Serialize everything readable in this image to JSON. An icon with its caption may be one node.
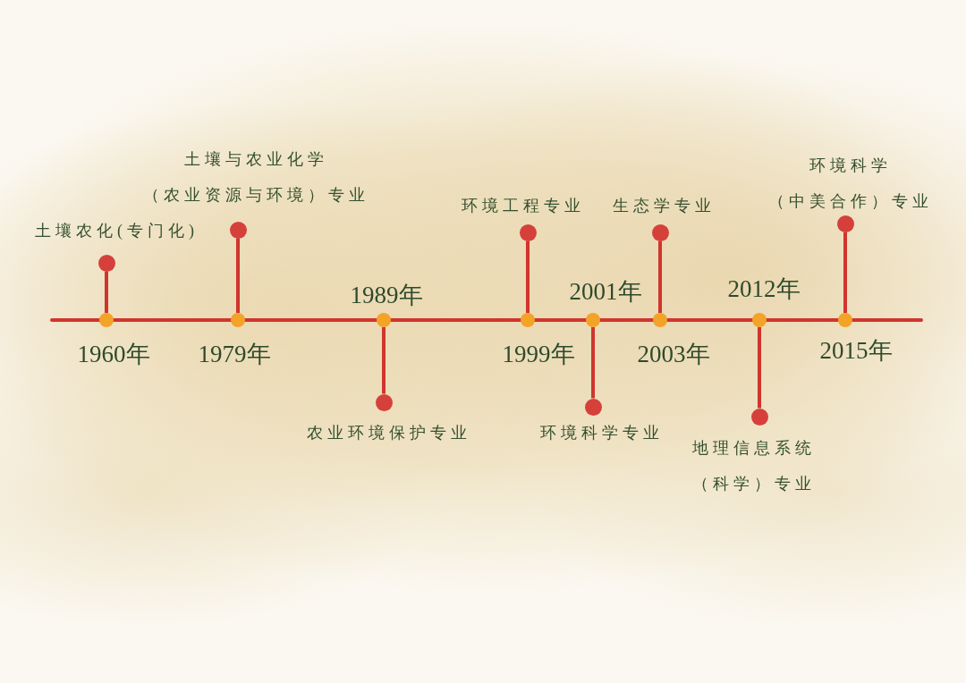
{
  "diagram": {
    "nodes": [
      {
        "text": [],
        "shape": "circle",
        "beside": [
          "1960年"
        ]
      },
      {
        "text": [],
        "shape": "circle",
        "beside": [
          "土壤农化(专门化)"
        ]
      },
      {
        "text": [],
        "shape": "circle",
        "beside": [
          "1979年"
        ]
      },
      {
        "text": [],
        "shape": "circle",
        "beside": [
          "土壤与农业化学（农业资源与环境）专业"
        ]
      },
      {
        "text": [],
        "shape": "circle",
        "beside": [
          "1989年"
        ]
      },
      {
        "text": [],
        "shape": "circle",
        "beside": [
          "农业环境保护专业"
        ]
      },
      {
        "text": [],
        "shape": "circle",
        "beside": [
          "1999年"
        ]
      },
      {
        "text": [],
        "shape": "circle",
        "beside": [
          "环境工程专业"
        ]
      },
      {
        "text": [],
        "shape": "circle",
        "beside": [
          "2001年"
        ]
      },
      {
        "text": [],
        "shape": "circle",
        "beside": [
          "环境科学专业"
        ]
      },
      {
        "text": [],
        "shape": "circle",
        "beside": [
          "2003年"
        ]
      },
      {
        "text": [],
        "shape": "circle",
        "beside": [
          "生态学专业"
        ]
      },
      {
        "text": [],
        "shape": "circle",
        "beside": [
          "2012年"
        ]
      },
      {
        "text": [],
        "shape": "circle",
        "beside": [
          "地理信息系统（科学）专业"
        ]
      },
      {
        "text": [],
        "shape": "circle",
        "beside": [
          "2015年"
        ]
      },
      {
        "text": [],
        "shape": "circle",
        "beside": [
          "环境科学（中美合作）专业"
        ]
      }
    ],
    "edges": [
      {
        "from": 0,
        "to": 1,
        "arrow": "none"
      },
      {
        "from": 2,
        "to": 3,
        "arrow": "none"
      },
      {
        "from": 4,
        "to": 5,
        "arrow": "none"
      },
      {
        "from": 6,
        "to": 7,
        "arrow": "none"
      },
      {
        "from": 8,
        "to": 9,
        "arrow": "none"
      },
      {
        "from": 10,
        "to": 11,
        "arrow": "none"
      },
      {
        "from": 12,
        "to": 13,
        "arrow": "none"
      },
      {
        "from": 14,
        "to": 15,
        "arrow": "none"
      }
    ]
  }
}
